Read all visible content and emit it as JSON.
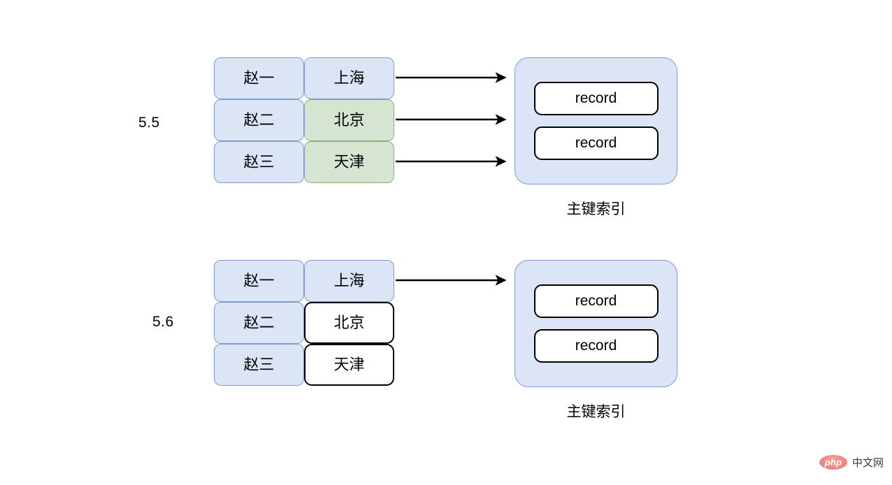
{
  "diagram": {
    "background_color": "#ffffff",
    "colors": {
      "blue_fill": "#dce5f5",
      "blue_border": "#7d9ccd",
      "green_fill": "#d6e5d2",
      "green_border": "#8cb071",
      "white_fill": "#ffffff",
      "black_border": "#000000",
      "arrow_color": "#000000",
      "watermark_badge": "#ef8b85"
    },
    "groups": [
      {
        "id": "group-5-5",
        "version_label": "5.5",
        "rows": [
          {
            "name": "赵一",
            "name_style": "blue",
            "city": "上海",
            "city_style": "blue",
            "has_arrow": true
          },
          {
            "name": "赵二",
            "name_style": "blue",
            "city": "北京",
            "city_style": "green",
            "has_arrow": true
          },
          {
            "name": "赵三",
            "name_style": "blue",
            "city": "天津",
            "city_style": "green",
            "has_arrow": true
          }
        ],
        "index": {
          "records": [
            "record",
            "record"
          ],
          "caption": "主键索引"
        }
      },
      {
        "id": "group-5-6",
        "version_label": "5.6",
        "rows": [
          {
            "name": "赵一",
            "name_style": "blue",
            "city": "上海",
            "city_style": "blue",
            "has_arrow": true
          },
          {
            "name": "赵二",
            "name_style": "blue",
            "city": "北京",
            "city_style": "white",
            "has_arrow": false
          },
          {
            "name": "赵三",
            "name_style": "blue",
            "city": "天津",
            "city_style": "white",
            "has_arrow": false
          }
        ],
        "index": {
          "records": [
            "record",
            "record"
          ],
          "caption": "主键索引"
        }
      }
    ]
  },
  "watermark": {
    "badge_text": "php",
    "label": "中文网"
  }
}
